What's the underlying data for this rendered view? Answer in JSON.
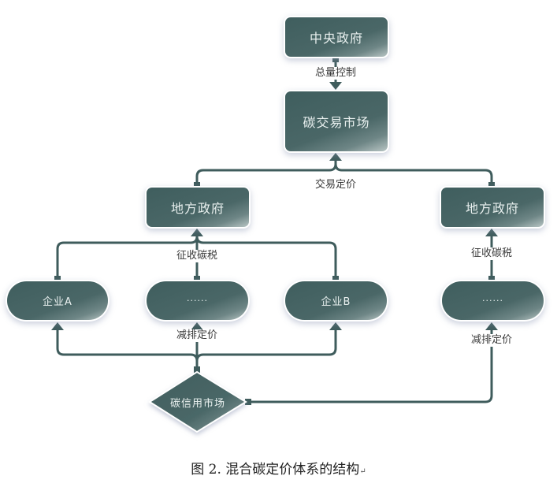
{
  "nodes": {
    "central_gov": "中央政府",
    "carbon_trading_market": "碳交易市场",
    "local_gov_left": "地方政府",
    "local_gov_right": "地方政府",
    "enterprise_a": "企业A",
    "enterprise_mid": "······",
    "enterprise_b": "企业B",
    "enterprise_right": "······",
    "carbon_credit_market": "碳信用市场"
  },
  "edge_labels": {
    "total_control": "总量控制",
    "trading_pricing": "交易定价",
    "carbon_tax_left": "征收碳税",
    "carbon_tax_right": "征收碳税",
    "reduction_pricing_left": "减排定价",
    "reduction_pricing_right": "减排定价"
  },
  "caption": {
    "text": "图 2.  混合碳定价体系的结构",
    "return_mark": "↵"
  },
  "colors": {
    "node_fill": "#466363",
    "connector": "#3f5c5c",
    "node_text": "#e9f0ef"
  }
}
